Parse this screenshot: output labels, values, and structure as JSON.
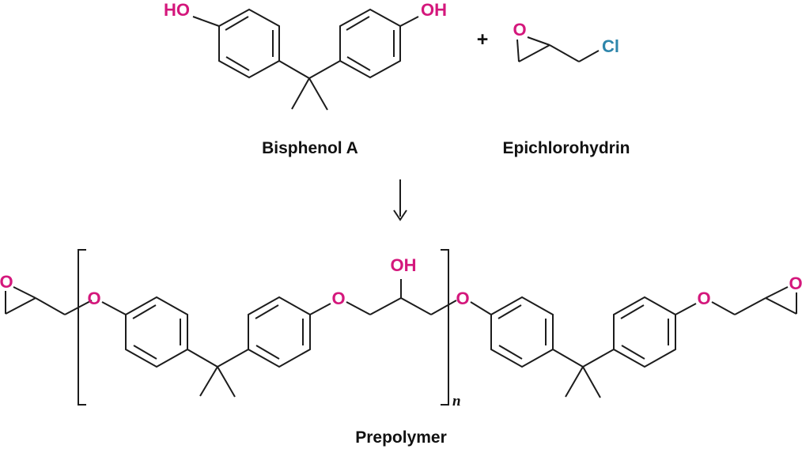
{
  "colors": {
    "background": "#ffffff",
    "bond": "#1c1c1c",
    "oxygen": "#d4177c",
    "chlorine": "#2e86ab",
    "label": "#111111"
  },
  "scheme": {
    "plus": "+",
    "reaction_arrow_icon": "down-arrow",
    "bisphenol_a": {
      "title": "Bisphenol A",
      "ho": "HO",
      "oh": "OH"
    },
    "epichlorohydrin": {
      "title": "Epichlorohydrin",
      "epoxide_o": "O",
      "cl": "Cl"
    },
    "prepolymer": {
      "title": "Prepolymer",
      "epoxide_o_left": "O",
      "ether_o_1": "O",
      "ether_o_2": "O",
      "hydroxyl_oh": "OH",
      "ether_o_3": "O",
      "ether_o_4": "O",
      "epoxide_o_right": "O",
      "repeat_subscript": "n"
    }
  }
}
